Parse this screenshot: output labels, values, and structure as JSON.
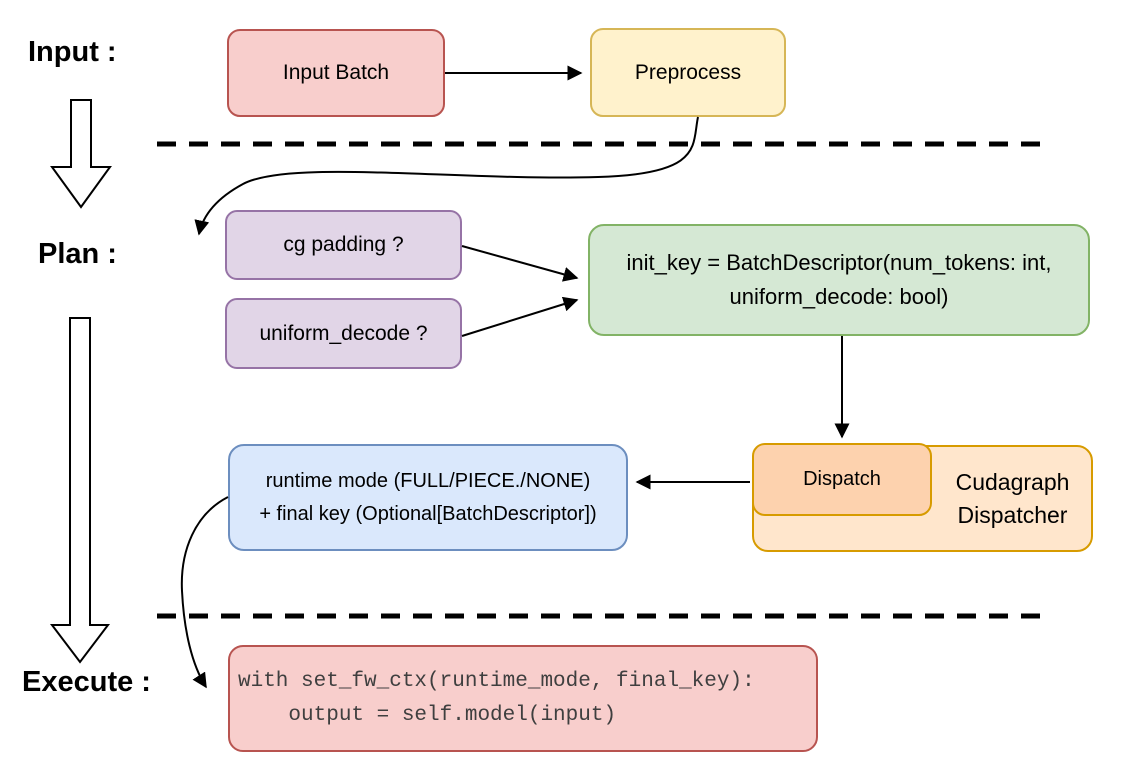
{
  "stages": {
    "input": "Input :",
    "plan": "Plan :",
    "execute": "Execute :"
  },
  "nodes": {
    "input_batch": {
      "label": "Input Batch"
    },
    "preprocess": {
      "label": "Preprocess"
    },
    "cg_padding": {
      "label": "cg padding ?"
    },
    "uniform_decode": {
      "label": "uniform_decode ?"
    },
    "init_key": {
      "label": "init_key = BatchDescriptor(num_tokens: int,\nuniform_decode: bool)"
    },
    "dispatch": {
      "label": "Dispatch"
    },
    "cudagraph_dispatcher": {
      "label": "Cudagraph\nDispatcher"
    },
    "runtime_mode": {
      "label": "runtime mode (FULL/PIECE./NONE)\n+ final key (Optional[BatchDescriptor])"
    },
    "execute_code": {
      "code": "with set_fw_ctx(runtime_mode, final_key):\n    output = self.model(input)"
    }
  },
  "colors": {
    "red_fill": "#f8cecc",
    "red_stroke": "#b85450",
    "yellow_fill": "#fff2cc",
    "yellow_stroke": "#d6b656",
    "purple_fill": "#e1d5e7",
    "purple_stroke": "#9673a6",
    "green_fill": "#d5e8d4",
    "green_stroke": "#82b366",
    "orange_fill": "#ffe6cc",
    "orange_stroke": "#d79b00",
    "peach_fill": "#fdd2ae",
    "blue_fill": "#dae8fc",
    "blue_stroke": "#6c8ebf",
    "connector": "#000000",
    "background": "#ffffff"
  }
}
